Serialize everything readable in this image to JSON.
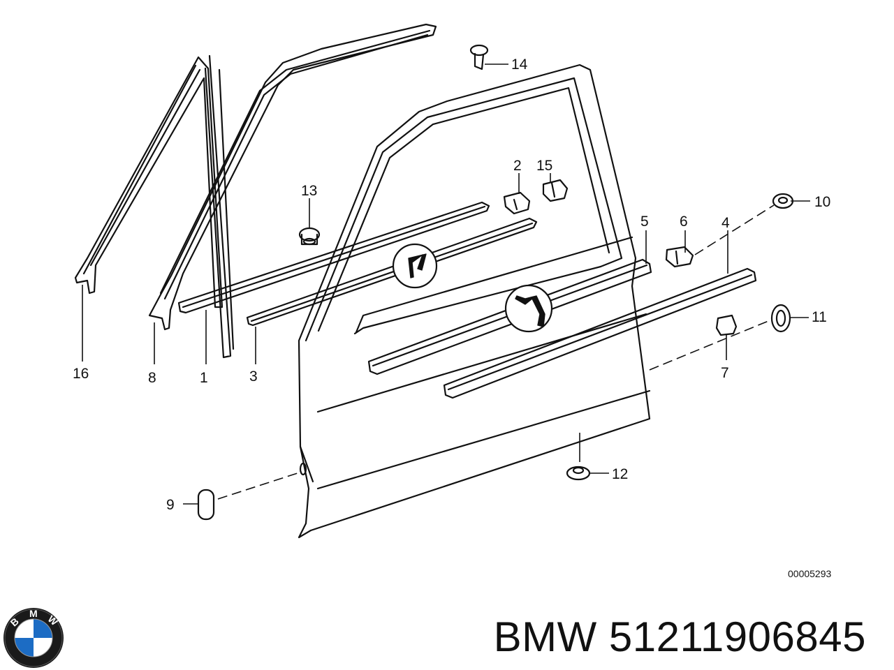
{
  "diagram": {
    "callouts": [
      "1",
      "2",
      "3",
      "4",
      "5",
      "6",
      "7",
      "8",
      "9",
      "10",
      "11",
      "12",
      "13",
      "14",
      "15",
      "16"
    ],
    "drawing_number": "00005293"
  },
  "footer": {
    "brand": "BMW",
    "part_number": "51211906845",
    "logo_letters": [
      "B",
      "M",
      "W"
    ]
  }
}
